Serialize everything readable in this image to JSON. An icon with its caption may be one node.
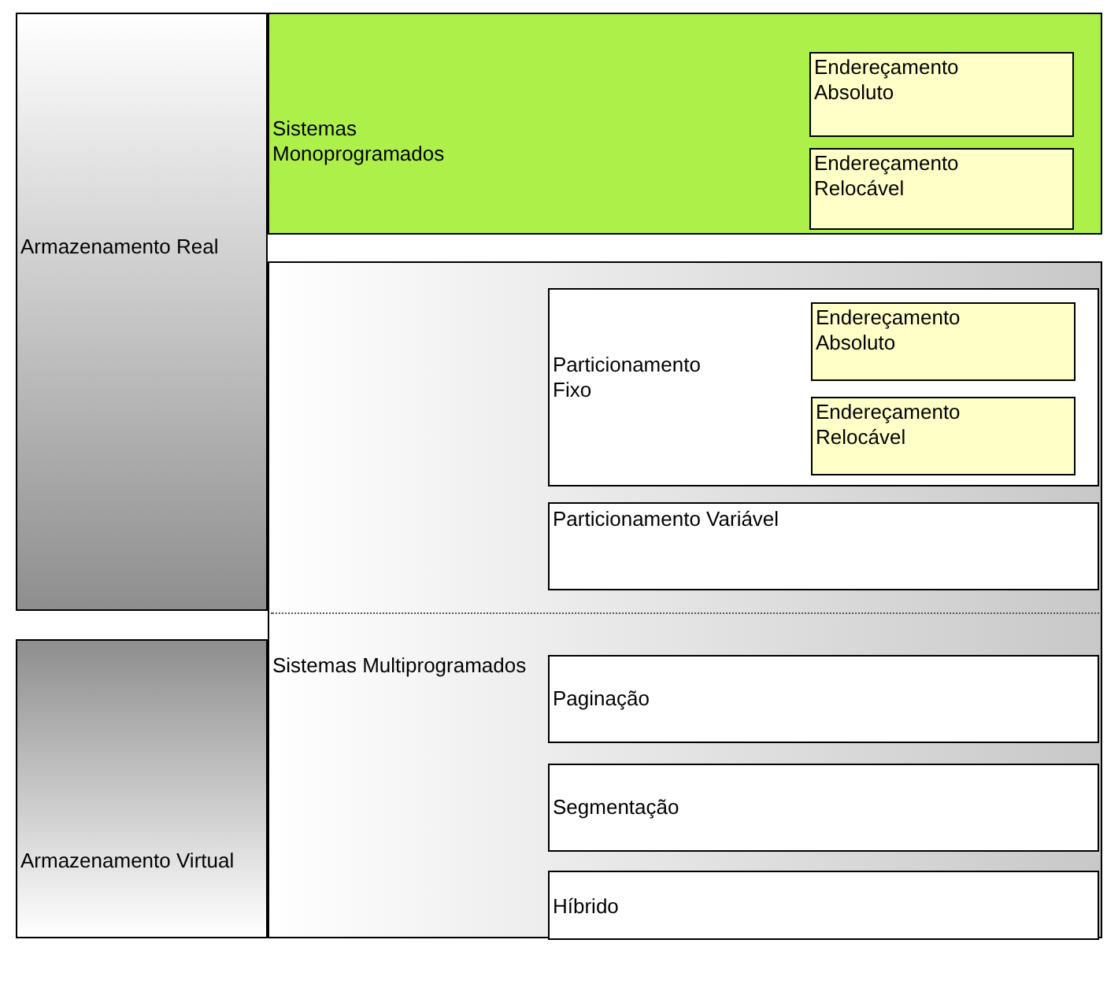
{
  "diagram": {
    "nodes": [
      {
        "text": [
          "Armazenamento Real"
        ]
      },
      {
        "text": [
          "Sistemas Monoprogramados"
        ]
      },
      {
        "text": [
          "Endereçamento Absoluto"
        ],
        "in": 1
      },
      {
        "text": [
          "Endereçamento Relocável"
        ],
        "in": 1
      },
      {
        "text": [
          "Sistemas Multiprogramados"
        ]
      },
      {
        "text": [
          "Particionamento Fixo"
        ],
        "in": 4
      },
      {
        "text": [
          "Endereçamento Absoluto"
        ],
        "in": 5
      },
      {
        "text": [
          "Endereçamento Relocável"
        ],
        "in": 5
      },
      {
        "text": [
          "Particionamento Variável"
        ],
        "in": 4
      },
      {
        "text": [
          "Paginação"
        ],
        "in": 4
      },
      {
        "text": [
          "Segmentação"
        ],
        "in": 4
      },
      {
        "text": [
          "Híbrido"
        ],
        "in": 4
      },
      {
        "text": [
          "Armazenamento Virtual"
        ]
      }
    ]
  }
}
